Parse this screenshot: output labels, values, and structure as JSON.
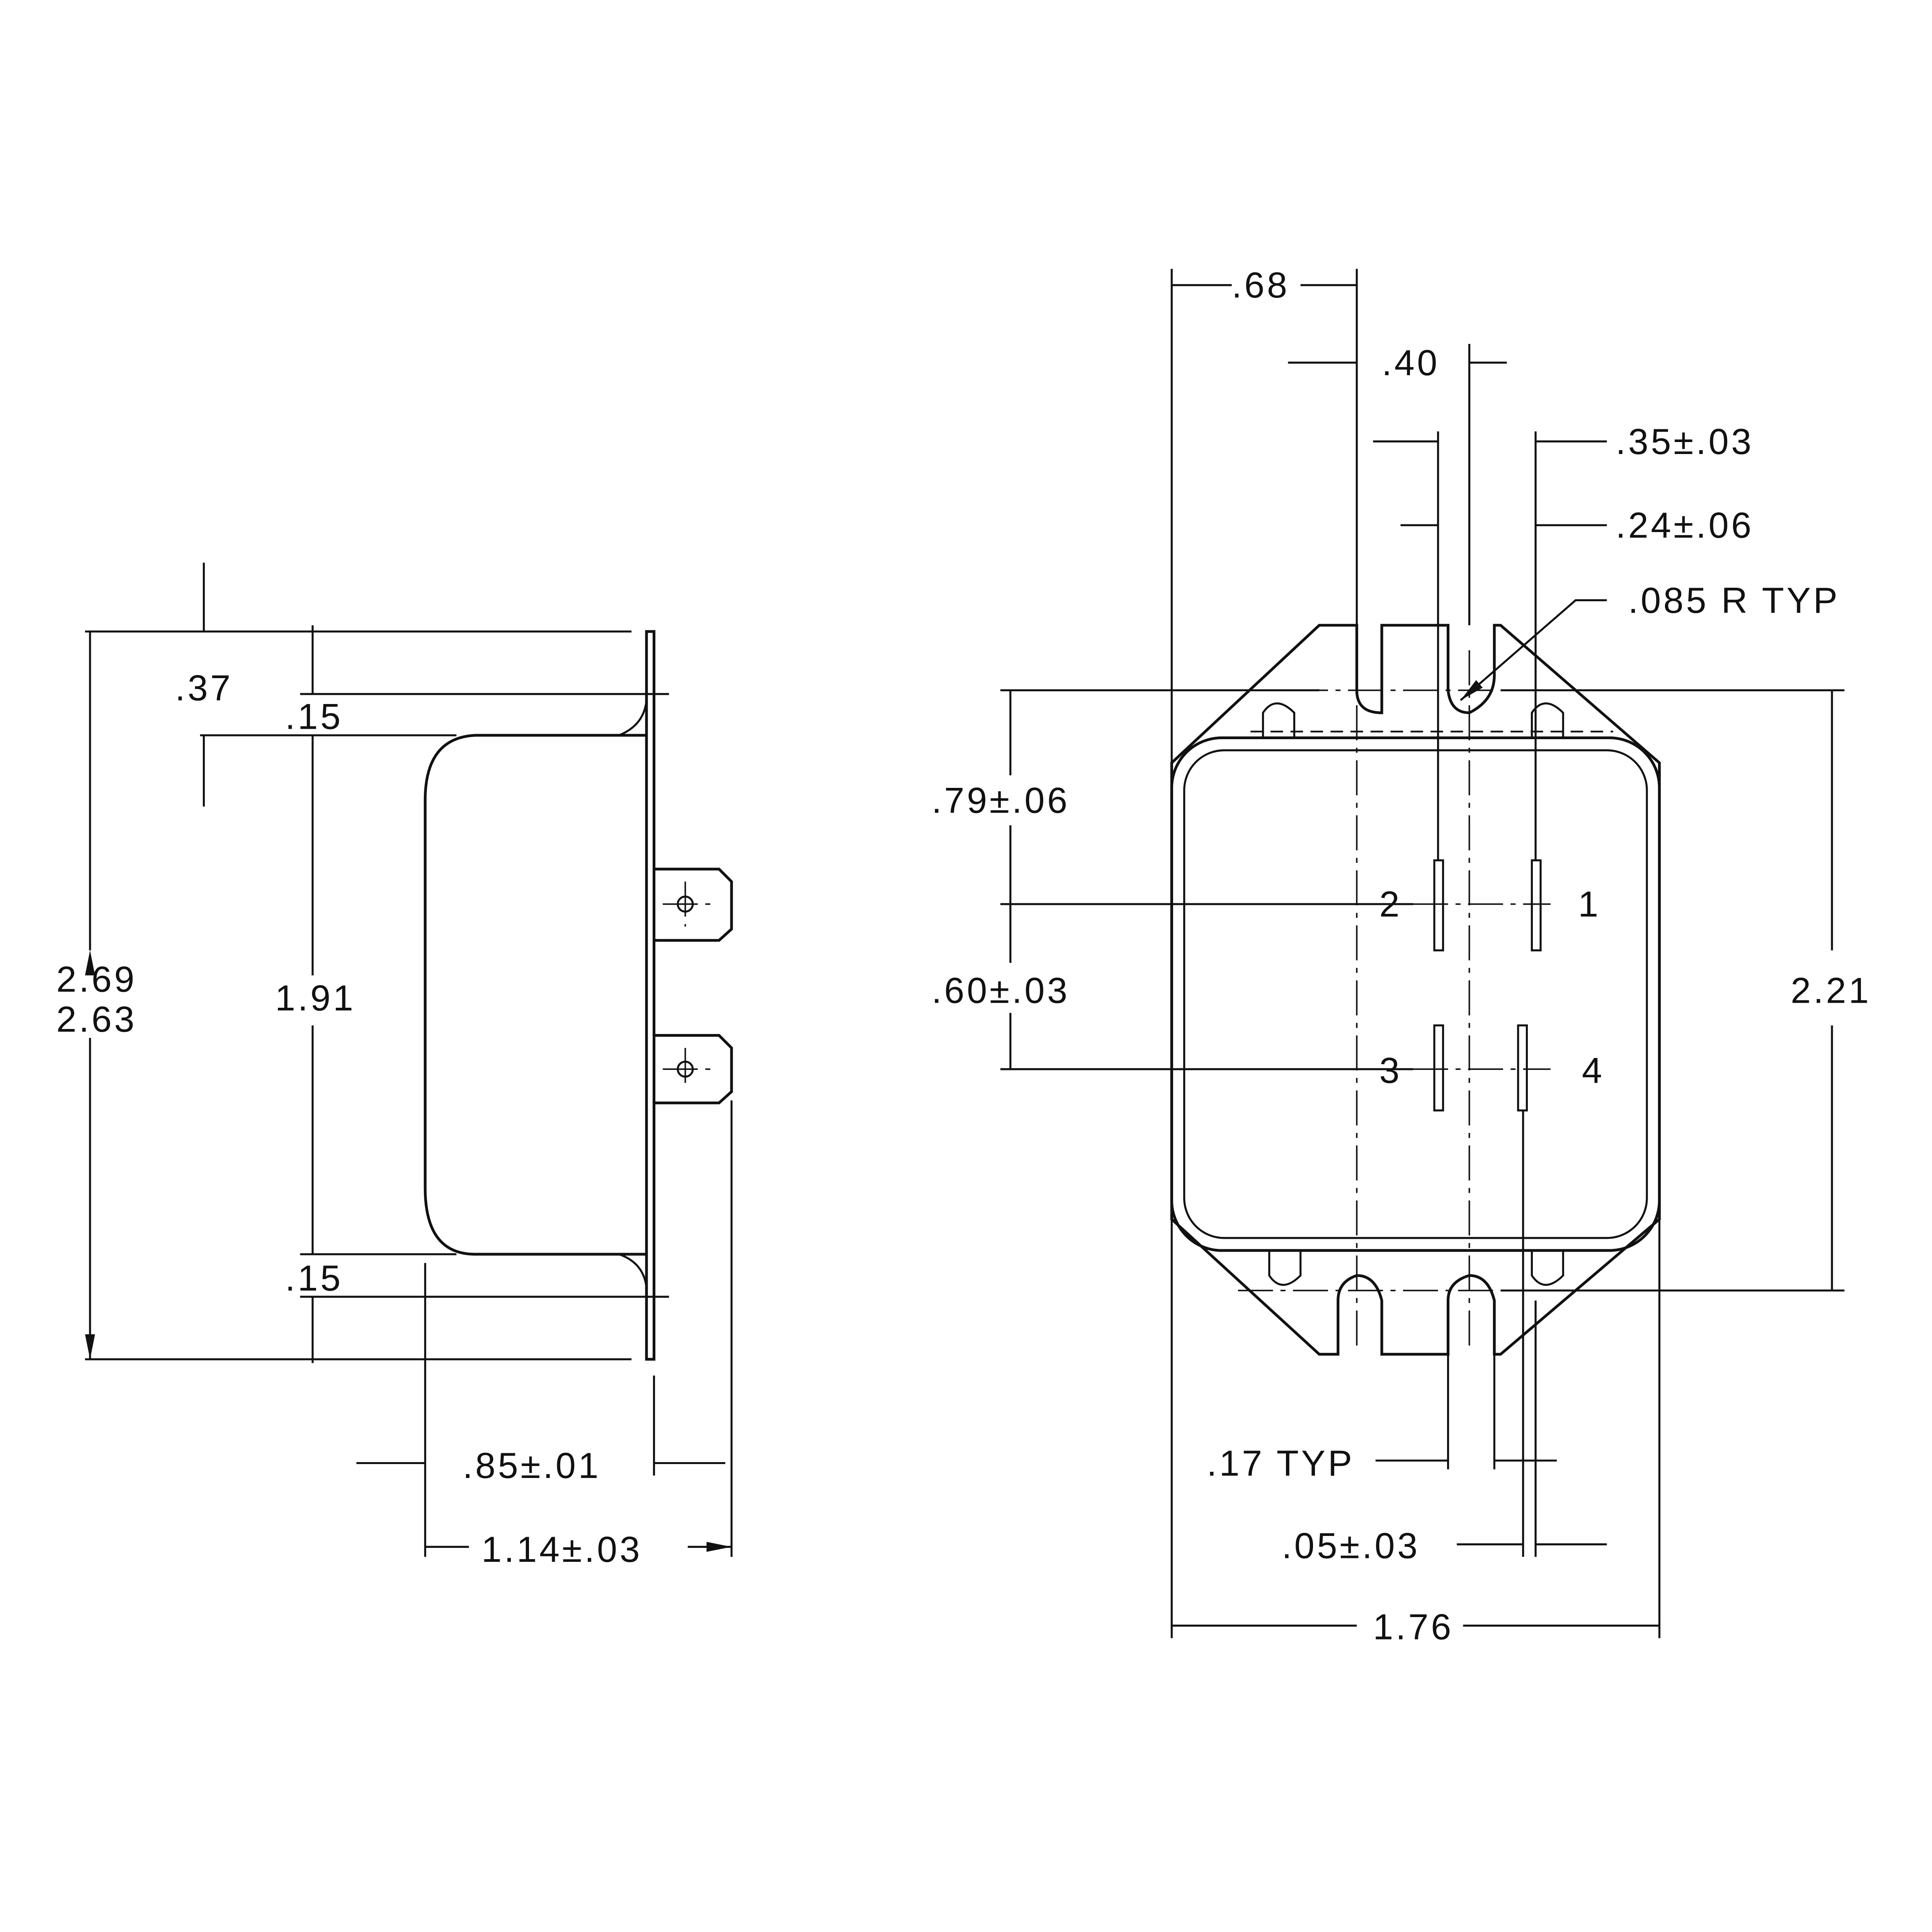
{
  "title": "Mechanical outline drawing",
  "side_view": {
    "dim_overall_height_max": "2.69",
    "dim_overall_height_min": "2.63",
    "dim_top_offset": ".37",
    "dim_top_flange": ".15",
    "dim_body_height": "1.91",
    "dim_bottom_flange": ".15",
    "dim_body_depth": ".85±.01",
    "dim_overall_depth": "1.14±.03"
  },
  "front_view": {
    "dim_slot_offset": ".68",
    "dim_slot_spacing": ".40",
    "dim_pin_spacing": ".35±.03",
    "dim_pin_offset": ".24±.06",
    "dim_radius": ".085 R TYP",
    "dim_pin_row1": ".79±.06",
    "dim_pin_row_spacing": ".60±.03",
    "dim_mount_spacing": "2.21",
    "dim_slot_width": ".17 TYP",
    "dim_pin_offset2": ".05±.03",
    "dim_overall_width": "1.76",
    "pin_labels": [
      "1",
      "2",
      "3",
      "4"
    ]
  }
}
